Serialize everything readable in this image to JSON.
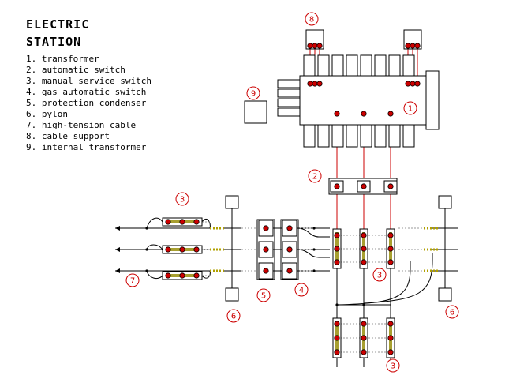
{
  "title": "ELECTRIC\nSTATION",
  "legend": [
    {
      "number": "1",
      "text": "transformer"
    },
    {
      "number": "2",
      "text": "automatic switch"
    },
    {
      "number": "3",
      "text": "manual service switch"
    },
    {
      "number": "4",
      "text": "gas automatic switch"
    },
    {
      "number": "5",
      "text": "protection condenser"
    },
    {
      "number": "6",
      "text": "pylon"
    },
    {
      "number": "7",
      "text": "high-tension cable"
    },
    {
      "number": "8",
      "text": "cable support"
    },
    {
      "number": "9",
      "text": "internal transformer"
    }
  ],
  "markers": [
    "1",
    "2",
    "3",
    "3",
    "3",
    "4",
    "5",
    "6",
    "6",
    "7",
    "8",
    "9"
  ],
  "colors": {
    "wire": "#000000",
    "red_wire": "#cc0000",
    "node": "#cc0000",
    "bar": "#8a8a00",
    "label": "#cc0000",
    "dotted": "#999999"
  }
}
